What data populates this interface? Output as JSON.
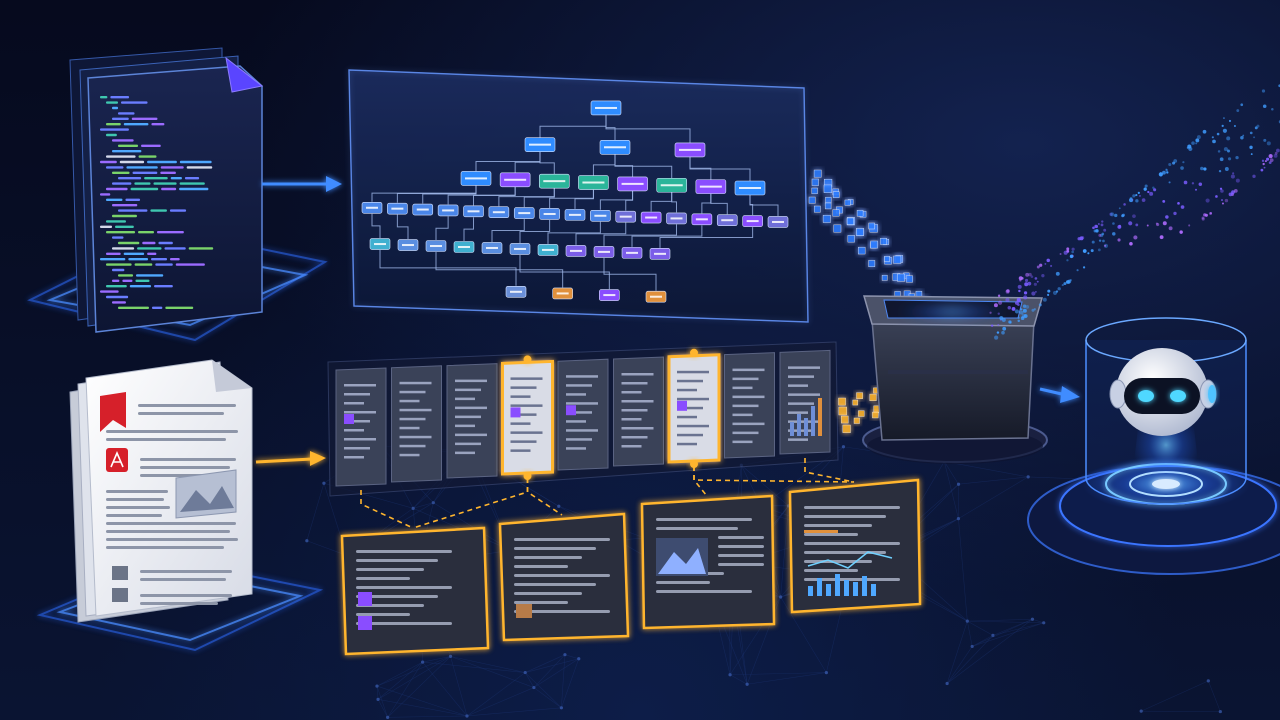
{
  "colors": {
    "background": "#070c22",
    "blue_accent": "#3f8cff",
    "cyan_accent": "#4fc3ff",
    "gold_accent": "#ffb52e",
    "purple_accent": "#8a4dff",
    "teal_node": "#2bb59a",
    "orange_node": "#e0903c",
    "pdf_red": "#d6202a"
  },
  "icons": {
    "code_file": "code-document-icon",
    "pdf_file": "pdf-document-icon",
    "ai_agent": "robot-icon",
    "storage": "database-container-icon"
  },
  "tree": {
    "levels": [
      1,
      3,
      8,
      17,
      11,
      4
    ]
  },
  "page_strip": {
    "page_count": 9,
    "highlighted_pages": [
      4,
      7
    ]
  },
  "extracted_cards": {
    "count": 4
  }
}
